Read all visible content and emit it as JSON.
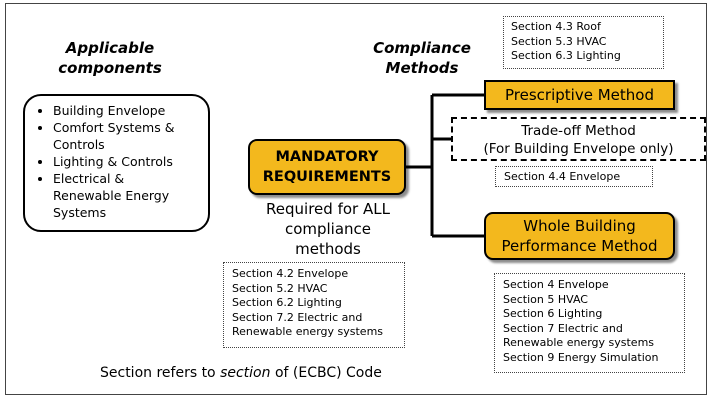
{
  "applicable": {
    "heading_line1": "Applicable",
    "heading_line2": "components",
    "items": [
      "Building Envelope",
      "Comfort Systems &",
      "Controls",
      "Lighting & Controls",
      "Electrical &",
      "Renewable Energy",
      "Systems"
    ]
  },
  "compliance_heading": {
    "line1": "Compliance",
    "line2": "Methods"
  },
  "mandatory": {
    "line1": "MANDATORY",
    "line2": "REQUIREMENTS",
    "sub_line1": "Required for ALL",
    "sub_line2": "compliance",
    "sub_line3": "methods",
    "sections": [
      "Section 4.2  Envelope",
      "Section 5.2  HVAC",
      "Section 6.2  Lighting",
      "Section 7.2  Electric and",
      "Renewable  energy systems"
    ]
  },
  "prescriptive": {
    "label": "Prescriptive Method",
    "sections": [
      "Section 4.3 Roof",
      "Section 5.3 HVAC",
      "Section 6.3 Lighting"
    ]
  },
  "tradeoff": {
    "line1": "Trade-off Method",
    "line2": "(For Building Envelope only)",
    "section": "Section 4.4 Envelope"
  },
  "whole_building": {
    "line1": "Whole Building",
    "line2": "Performance Method",
    "sections": [
      "Section 4 Envelope",
      "Section 5 HVAC",
      "Section 6 Lighting",
      "Section 7 Electric and",
      "Renewable energy systems",
      "Section 9 Energy Simulation"
    ]
  },
  "footer": {
    "prefix": "Section refers to ",
    "emphasis": "section",
    "suffix": " of  (ECBC) Code"
  },
  "colors": {
    "box_fill": "#f3b81d",
    "outline": "#000000"
  }
}
